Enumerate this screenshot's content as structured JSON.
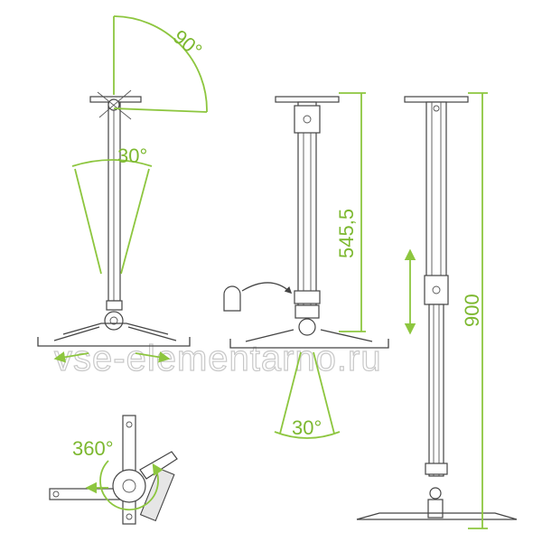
{
  "labels": {
    "tilt_angle": "90°",
    "swivel_angle_top": "30°",
    "swivel_angle_bottom": "30°",
    "rotation": "360°",
    "min_height": "545,5",
    "max_height": "900"
  },
  "watermark": "vse-elementarno.ru",
  "colors": {
    "accent": "#8dc63f",
    "line": "#444444",
    "watermark": "#c8c8c8"
  }
}
